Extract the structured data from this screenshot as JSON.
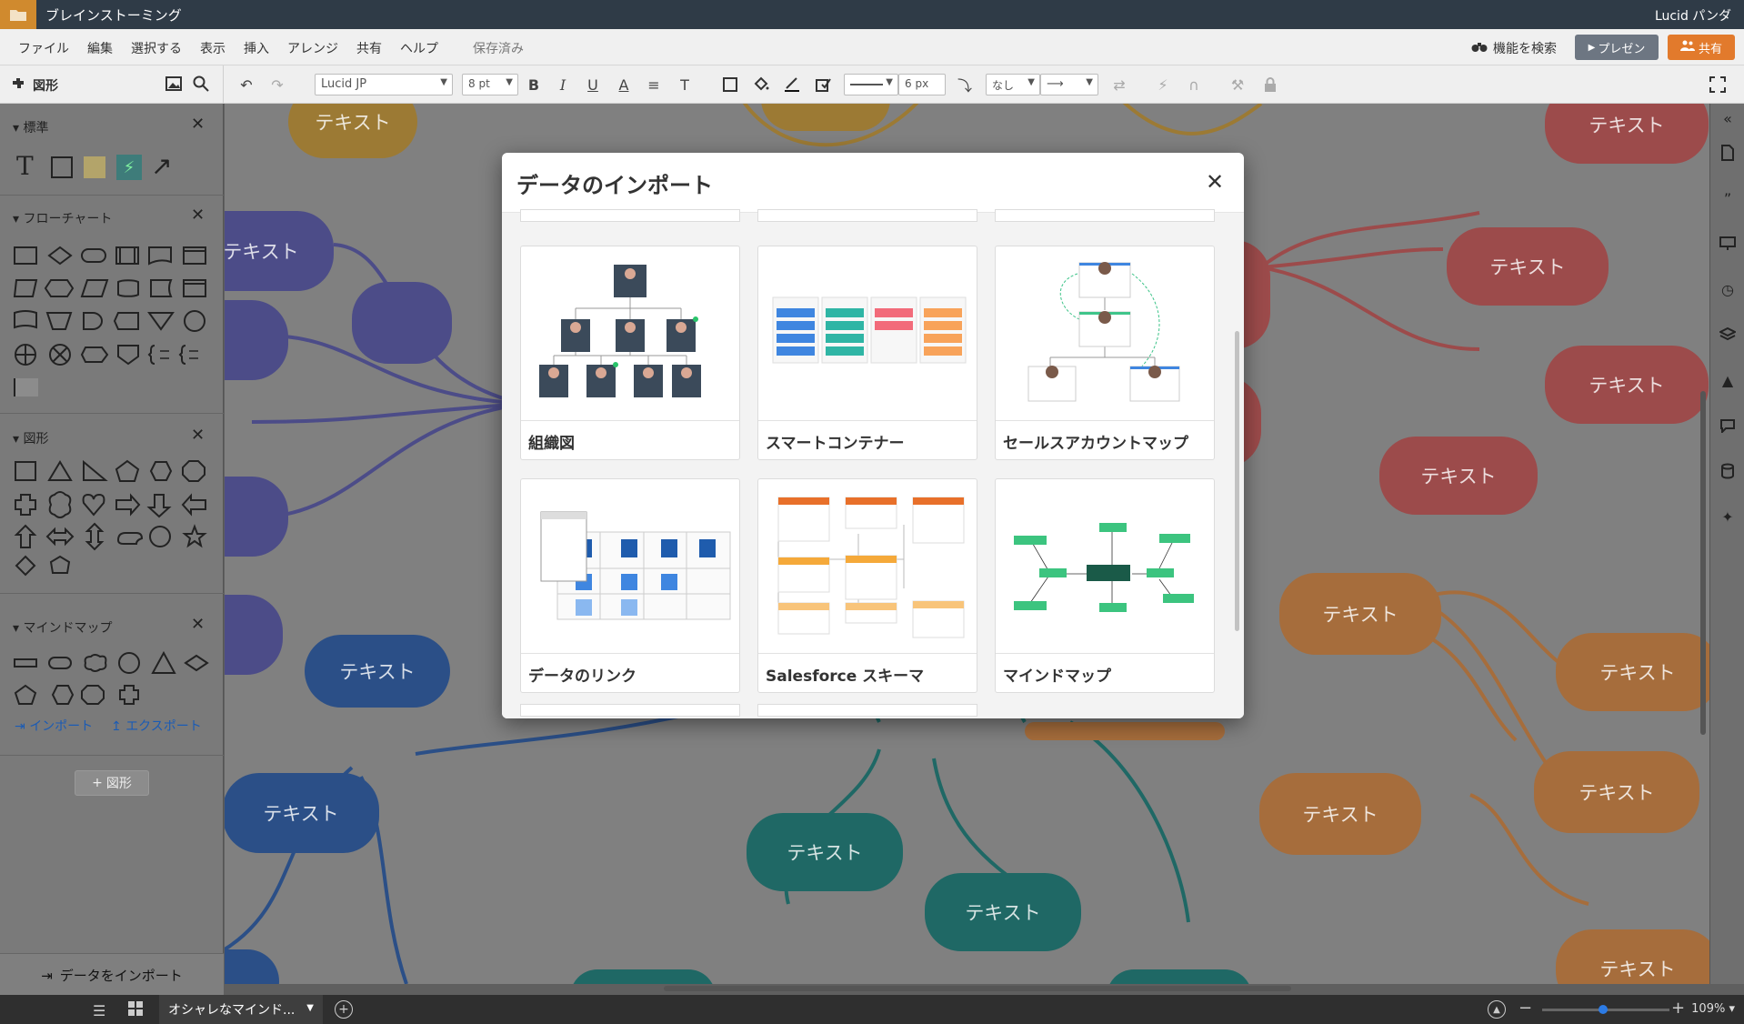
{
  "titlebar": {
    "document_title": "ブレインストーミング",
    "user_name": "Lucid パンダ"
  },
  "menubar": {
    "items": [
      "ファイル",
      "編集",
      "選択する",
      "表示",
      "挿入",
      "アレンジ",
      "共有",
      "ヘルプ"
    ],
    "save_status": "保存済み",
    "find_features": "機能を検索",
    "present_label": "プレゼン",
    "share_label": "共有"
  },
  "toolbar": {
    "shapes_label": "図形",
    "font_name": "Lucid JP",
    "font_size": "8 pt",
    "line_width": "6 px",
    "arrow_start": "なし"
  },
  "sidebar": {
    "standard": "標準",
    "flowchart": "フローチャート",
    "shapes": "図形",
    "mindmap": "マインドマップ",
    "import_link": "インポート",
    "export_link": "エクスポート",
    "add_shapes": "図形",
    "import_data": "データをインポート"
  },
  "canvas": {
    "node_text": "テキスト"
  },
  "modal": {
    "title": "データのインポート",
    "cards": [
      {
        "label": "組織図"
      },
      {
        "label": "スマートコンテナー"
      },
      {
        "label": "セールスアカウントマップ"
      },
      {
        "label": "データのリンク"
      },
      {
        "label": "Salesforce スキーマ"
      },
      {
        "label": "マインドマップ"
      }
    ]
  },
  "bottombar": {
    "page_name": "オシャレなマインド...",
    "zoom": "109%"
  },
  "colors": {
    "accent_orange": "#e27a2c",
    "title_bar": "#2f3b47",
    "link_blue": "#1a5bb5"
  }
}
